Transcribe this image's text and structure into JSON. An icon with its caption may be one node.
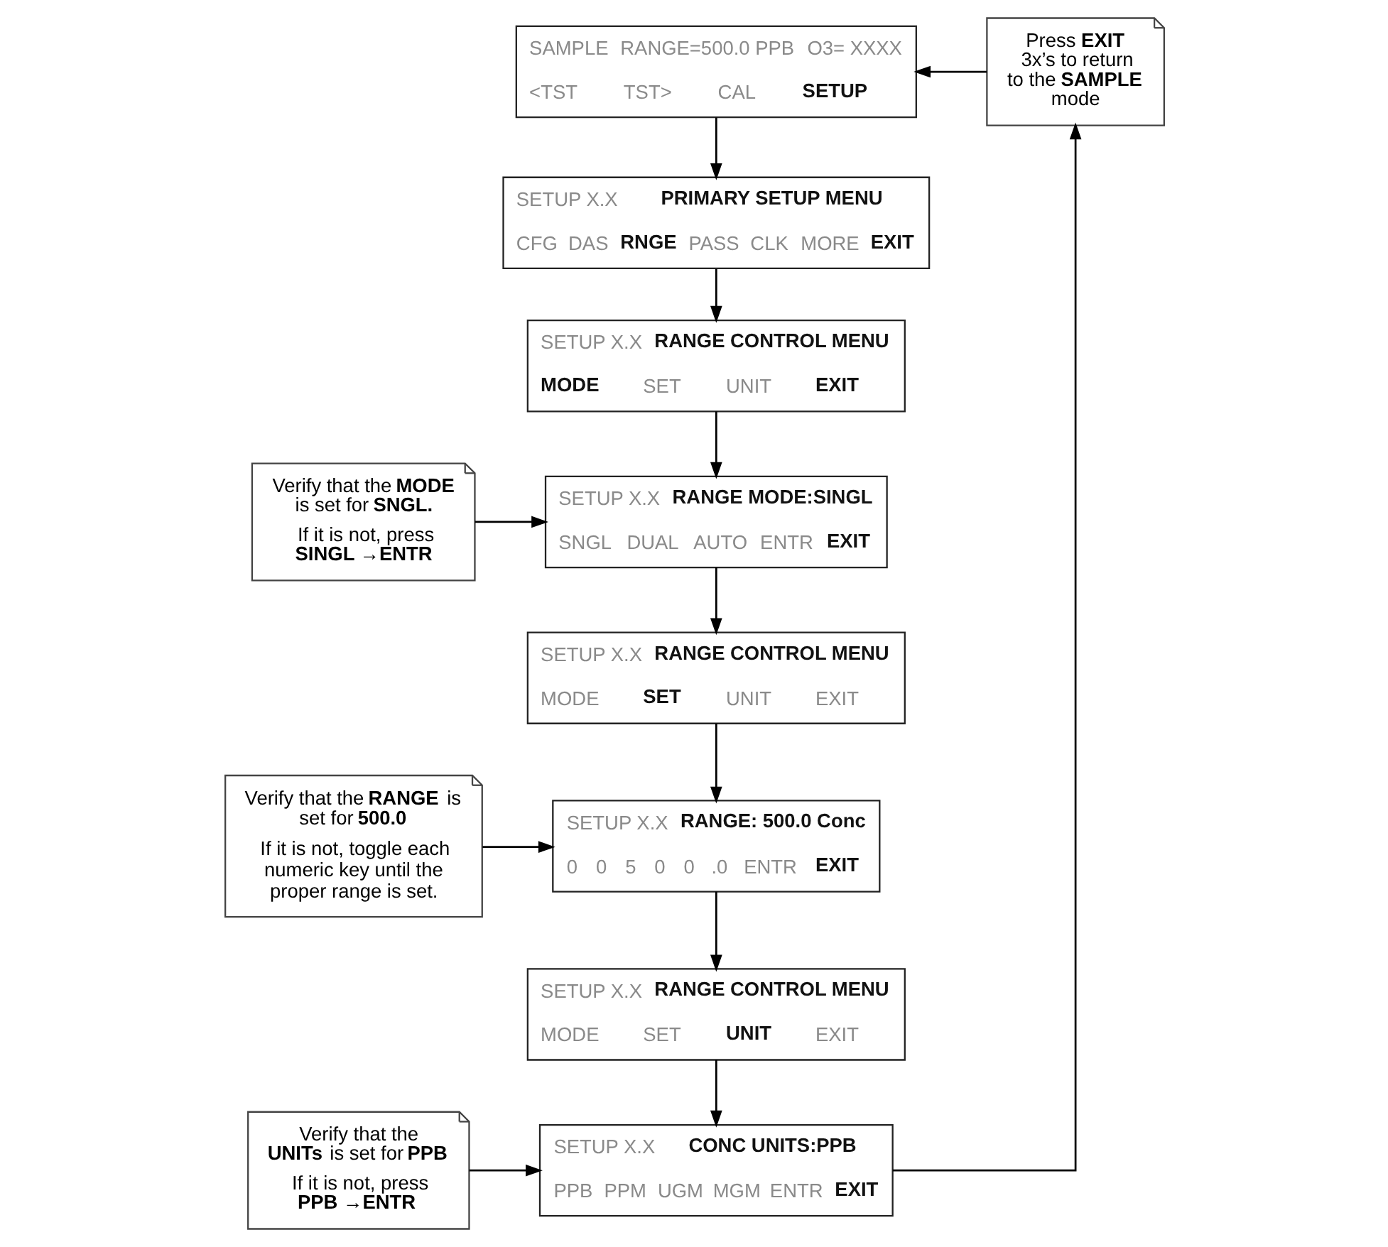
{
  "diagram": {
    "nodes": [
      {
        "text": [
          "SAMPLE",
          "RANGE=500.0 PPB",
          "O3= XXXX",
          "<TST",
          "TST>",
          "CAL",
          "SETUP"
        ]
      },
      {
        "text": [
          "SETUP X.X",
          "PRIMARY SETUP MENU",
          "CFG",
          "DAS",
          "RNGE",
          "PASS",
          "CLK",
          "MORE",
          "EXIT"
        ]
      },
      {
        "text": [
          "SETUP X.X",
          "RANGE CONTROL MENU",
          "MODE",
          "SET",
          "UNIT",
          "EXIT"
        ]
      },
      {
        "text": [
          "Verify that the **MODE** is set for **SNGL.**",
          "If it is not, press **SINGL →ENTR**"
        ]
      },
      {
        "text": [
          "SETUP X.X",
          "RANGE MODE:SINGL",
          "SNGL",
          "DUAL",
          "AUTO",
          "ENTR",
          "EXIT"
        ]
      },
      {
        "text": [
          "SETUP X.X",
          "RANGE CONTROL MENU",
          "MODE",
          "SET",
          "UNIT",
          "EXIT"
        ]
      },
      {
        "text": [
          "Verify that the **RANGE** is set for **500.0**",
          "If it is not, toggle each numeric key until the proper range is set."
        ]
      },
      {
        "text": [
          "SETUP X.X",
          "RANGE: 500.0 Conc",
          "0",
          "0",
          "5",
          "0",
          "0",
          ".0",
          "ENTR",
          "EXIT"
        ]
      },
      {
        "text": [
          "SETUP X.X",
          "RANGE CONTROL MENU",
          "MODE",
          "SET",
          "UNIT",
          "EXIT"
        ]
      },
      {
        "text": [
          "Press **EXIT** 3x’s to return to the **SAMPLE** mode"
        ]
      },
      {
        "text": [
          "Verify that the **UNITs** is set for **PPB**",
          "If it is not, press **PPB →ENTR**"
        ]
      },
      {
        "text": [
          "SETUP X.X",
          "CONC UNITS:PPB",
          "PPB",
          "PPM",
          "UGM",
          "MGM",
          "ENTR",
          "EXIT"
        ]
      }
    ],
    "edges": [
      {
        "from": 0,
        "to": 1,
        "arrow": "to"
      },
      {
        "from": 1,
        "to": 2,
        "arrow": "to"
      },
      {
        "from": 2,
        "to": 4,
        "arrow": "to"
      },
      {
        "from": 3,
        "to": 4,
        "arrow": "to"
      },
      {
        "from": 4,
        "to": 5,
        "arrow": "to"
      },
      {
        "from": 5,
        "to": 7,
        "arrow": "to"
      },
      {
        "from": 6,
        "to": 7,
        "arrow": "to"
      },
      {
        "from": 7,
        "to": 8,
        "arrow": "to"
      },
      {
        "from": 8,
        "to": 11,
        "arrow": "to"
      },
      {
        "from": 10,
        "to": 11,
        "arrow": "to"
      },
      {
        "from": 11,
        "to": 9,
        "arrow": "to"
      },
      {
        "from": 9,
        "to": 0,
        "arrow": "to"
      }
    ]
  }
}
